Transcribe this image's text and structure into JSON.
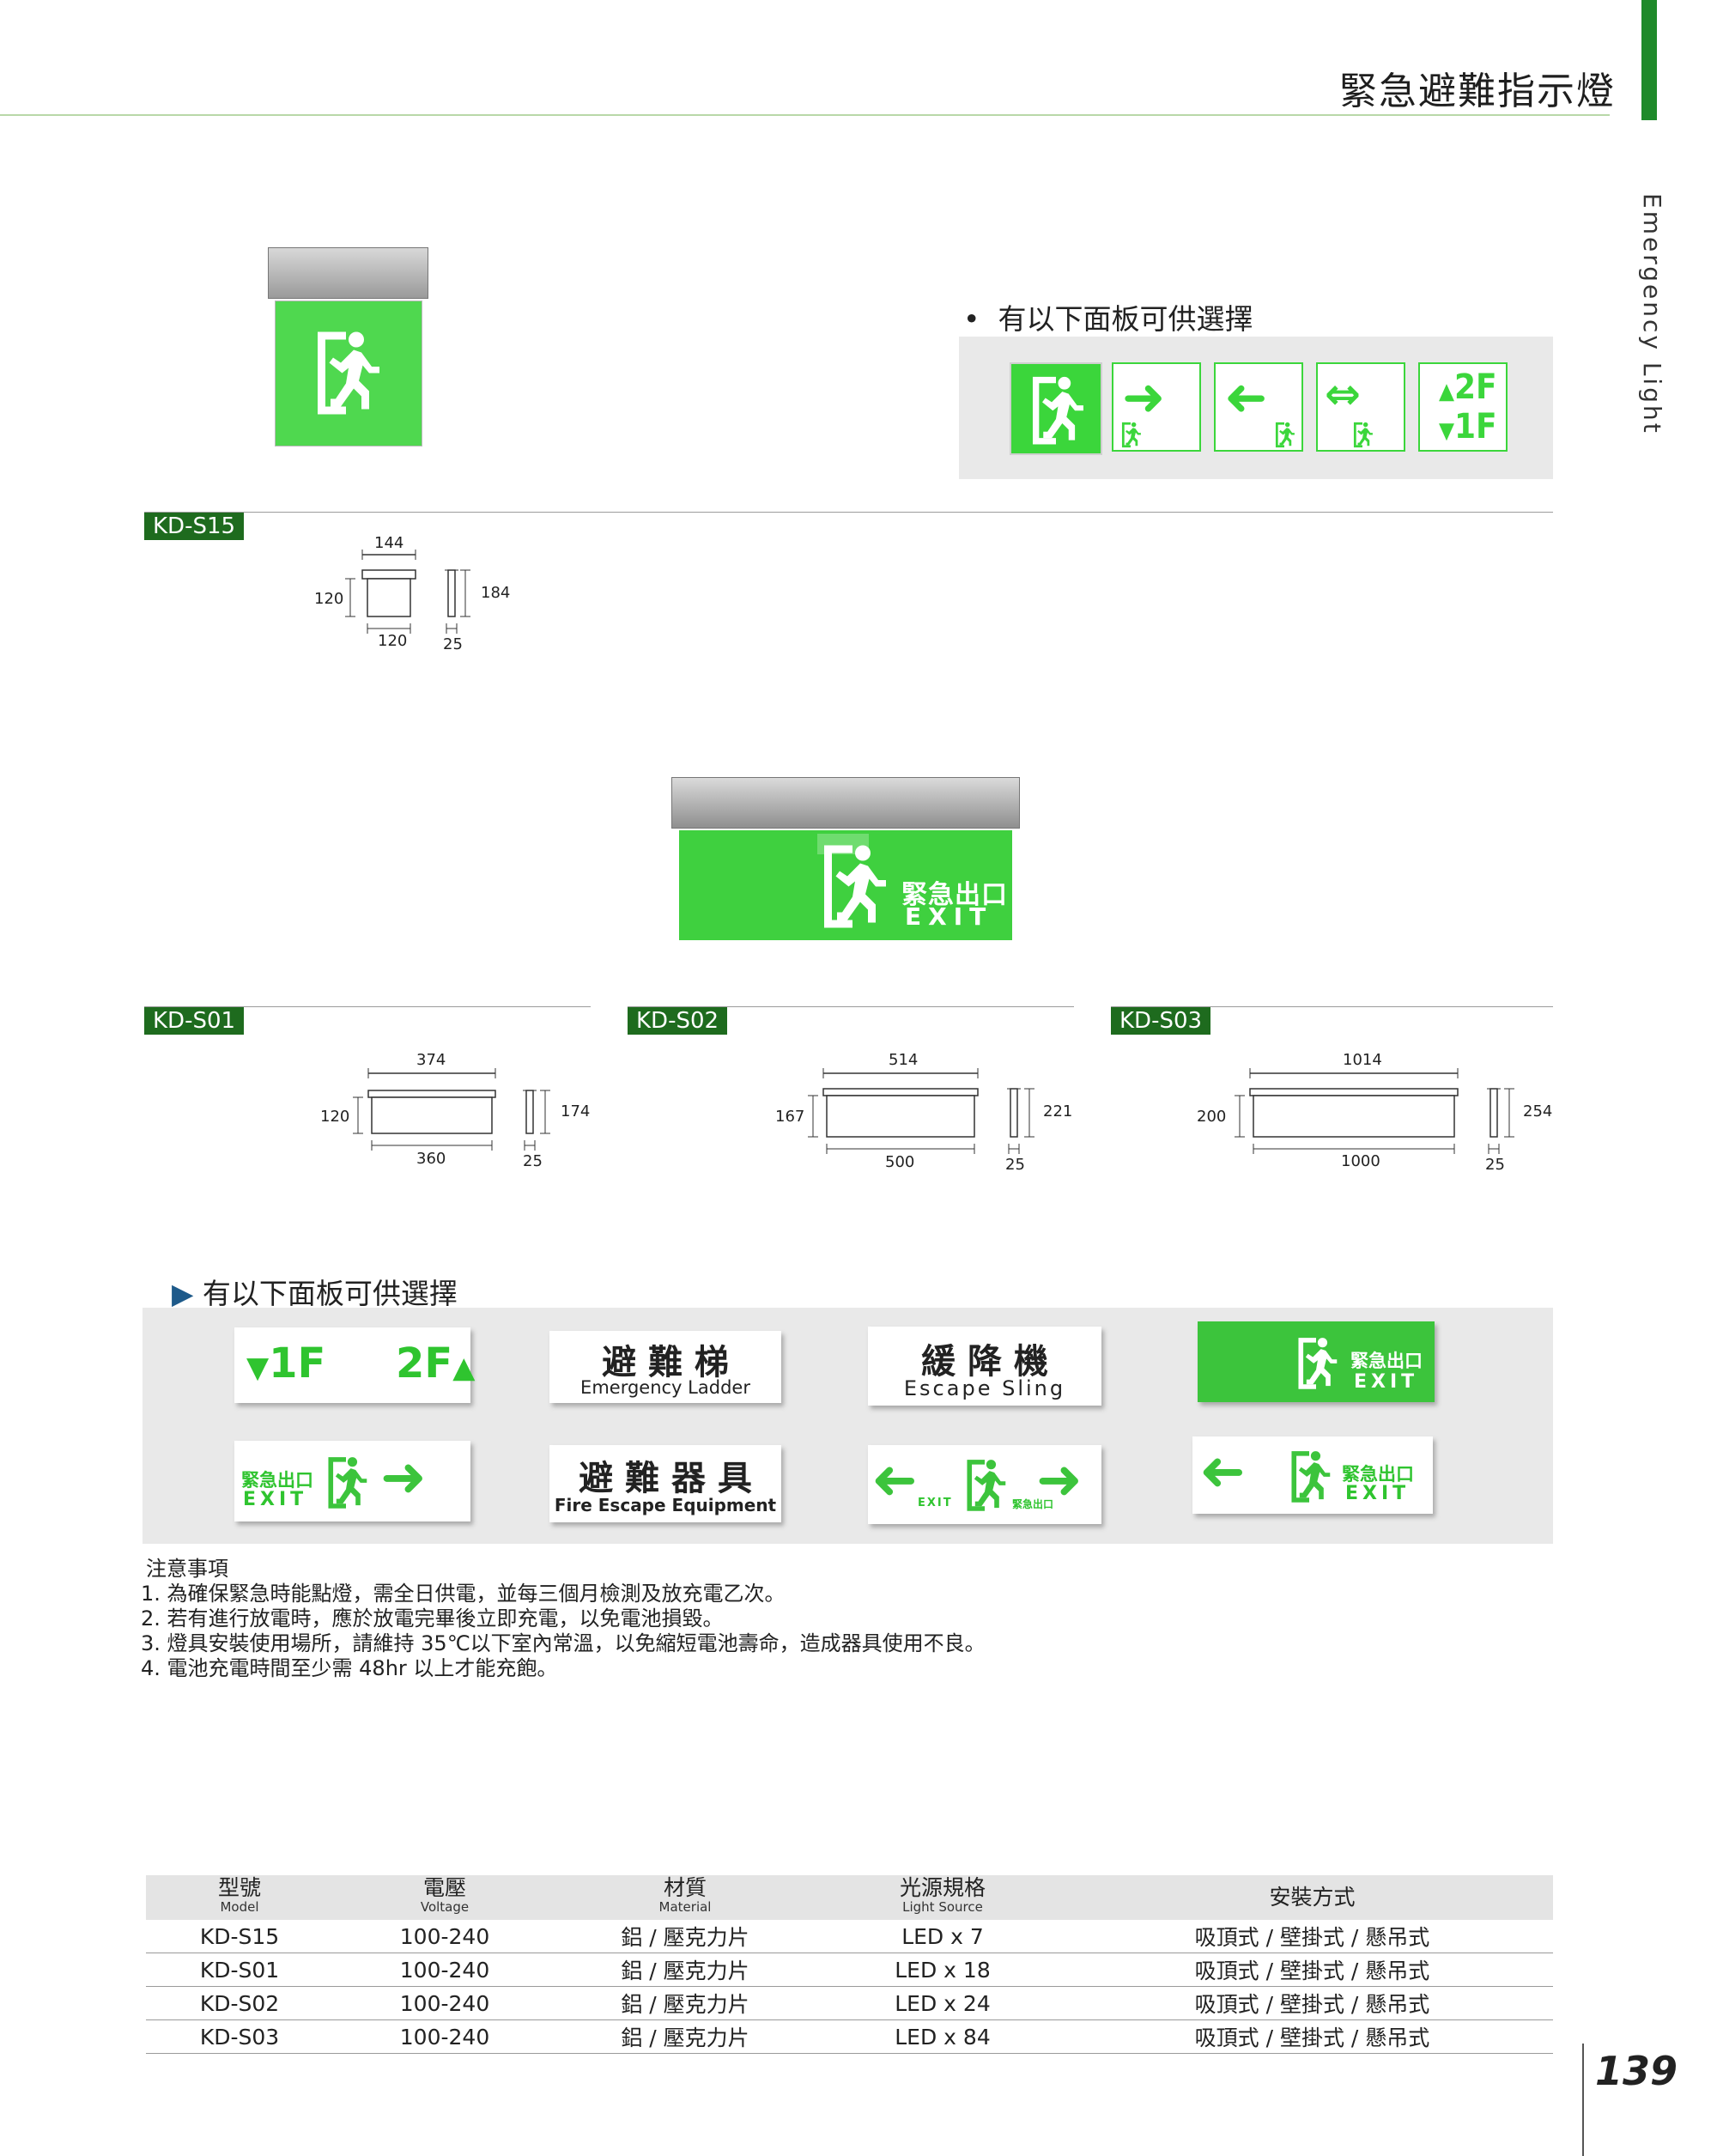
{
  "header": {
    "title": "緊急避難指示燈",
    "side_label": "Emergency Light"
  },
  "top_panels": {
    "heading": "有以下面板可供選擇",
    "panels": [
      {
        "icon": "running-man-icon"
      },
      {
        "icon": "arrow-right-icon"
      },
      {
        "icon": "arrow-left-icon"
      },
      {
        "icon": "arrow-both-icon"
      },
      {
        "line1": "2F",
        "line2": "1F"
      }
    ]
  },
  "kd_s15": {
    "tag": "KD-S15",
    "dims": {
      "top": "144",
      "left": "120",
      "bottom": "120",
      "height": "184",
      "depth": "25"
    }
  },
  "big_sign": {
    "cn": "緊急出口",
    "en": "EXIT"
  },
  "models": [
    {
      "tag": "KD-S01",
      "dims": {
        "top": "374",
        "left": "120",
        "bottom": "360",
        "height": "174",
        "depth": "25"
      }
    },
    {
      "tag": "KD-S02",
      "dims": {
        "top": "514",
        "left": "167",
        "bottom": "500",
        "height": "221",
        "depth": "25"
      }
    },
    {
      "tag": "KD-S03",
      "dims": {
        "top": "1014",
        "left": "200",
        "bottom": "1000",
        "height": "254",
        "depth": "25"
      }
    }
  ],
  "bottom_panels": {
    "heading": "有以下面板可供選擇",
    "floor": {
      "left": "1F",
      "right": "2F"
    },
    "ladder": {
      "cn": "避 難 梯",
      "en": "Emergency  Ladder"
    },
    "sling": {
      "cn": "緩 降 機",
      "en": "Escape  Sling"
    },
    "exit_cn": "緊急出口",
    "exit_en": "EXIT",
    "equipment": {
      "cn": "避 難 器 具",
      "en": "Fire Escape Equipment"
    },
    "small_exit_en": "EXIT",
    "small_exit_cn": "緊急出口"
  },
  "notes": {
    "title": "注意事項",
    "items": [
      "1. 為確保緊急時能點燈，需全日供電，並每三個月檢測及放充電乙次。",
      "2. 若有進行放電時，應於放電完畢後立即充電，以免電池損毀。",
      "3. 燈具安裝使用場所，請維持 35℃以下室內常溫，以免縮短電池壽命，造成器具使用不良。",
      "4. 電池充電時間至少需 48hr 以上才能充飽。"
    ]
  },
  "spec_table": {
    "headers": [
      {
        "cn": "型號",
        "en": "Model"
      },
      {
        "cn": "電壓",
        "en": "Voltage"
      },
      {
        "cn": "材質",
        "en": "Material"
      },
      {
        "cn": "光源規格",
        "en": "Light Source"
      },
      {
        "cn": "安裝方式",
        "en": ""
      }
    ],
    "rows": [
      [
        "KD-S15",
        "100-240",
        "鋁 / 壓克力片",
        "LED x 7",
        "吸頂式 / 壁掛式 / 懸吊式"
      ],
      [
        "KD-S01",
        "100-240",
        "鋁 / 壓克力片",
        "LED x 18",
        "吸頂式 / 壁掛式 / 懸吊式"
      ],
      [
        "KD-S02",
        "100-240",
        "鋁 / 壓克力片",
        "LED x 24",
        "吸頂式 / 壁掛式 / 懸吊式"
      ],
      [
        "KD-S03",
        "100-240",
        "鋁 / 壓克力片",
        "LED x 84",
        "吸頂式 / 壁掛式 / 懸吊式"
      ]
    ]
  },
  "page_number": "139",
  "colors": {
    "brand_green": "#1e6b1e",
    "sign_green": "#2fc42f",
    "accent_bar": "#1e8a2a"
  }
}
